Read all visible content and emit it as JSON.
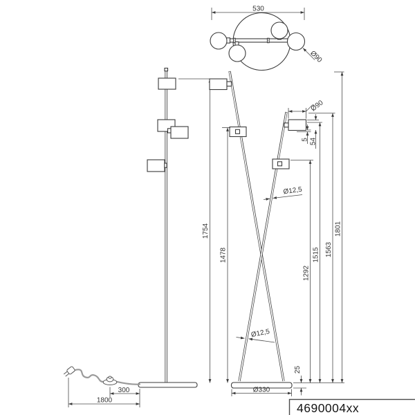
{
  "drawing": {
    "type": "floor-lamp technical dimension drawing",
    "part_number": "4690004xx",
    "line_color": "#3a3a3a",
    "background": "#ffffff"
  },
  "top_view": {
    "overall_width": "530",
    "head_diameter": "Ø90"
  },
  "side_view": {
    "total_height_straight": "1754",
    "mid_head_height": "1478",
    "lower_head_height": "1292",
    "upper_head_bottom_height": "1515",
    "upper_head_top_height": "1563",
    "total_height_cross": "1801",
    "head_diameter": "Ø90",
    "head_gap": "5",
    "head_height": "54",
    "pole_diameter_upper": "Ø12,5",
    "pole_diameter_lower": "Ø12,5",
    "base_height": "25",
    "base_diameter": "Ø330",
    "switch_distance": "300",
    "cord_length": "1800"
  }
}
